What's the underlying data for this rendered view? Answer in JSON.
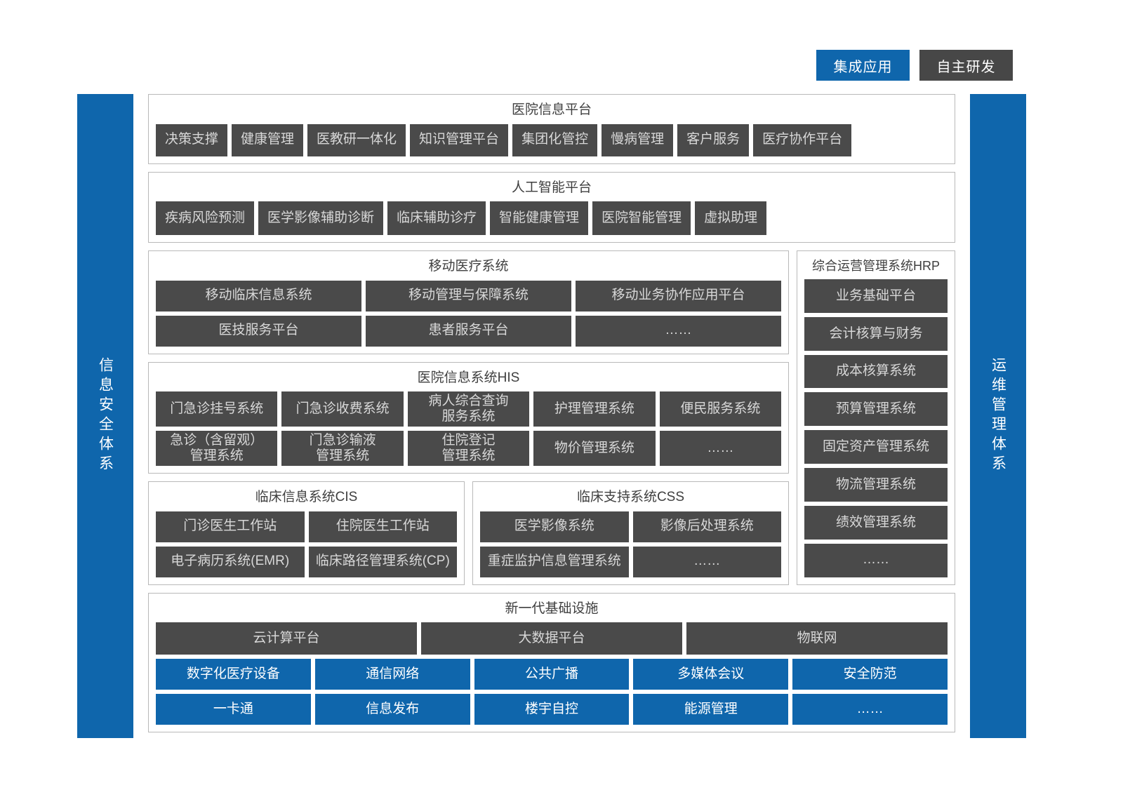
{
  "legend": [
    {
      "label": "集成应用",
      "color": "#0f66ac",
      "kind": "integrated"
    },
    {
      "label": "自主研发",
      "color": "#474747",
      "kind": "self-developed"
    }
  ],
  "side_bars": {
    "left": "信息安全体系",
    "right": "运维管理体系"
  },
  "colors": {
    "blue": "#0f66ac",
    "dark": "#4a4a4a",
    "panel_border": "#b9b9b9",
    "dark_text": "#d8d8d8"
  },
  "sections": {
    "hospital_info_platform": {
      "title": "医院信息平台",
      "items": [
        "决策支撑",
        "健康管理",
        "医教研一体化",
        "知识管理平台",
        "集团化管控",
        "慢病管理",
        "客户服务",
        "医疗协作平台"
      ]
    },
    "ai_platform": {
      "title": "人工智能平台",
      "items": [
        "疾病风险预测",
        "医学影像辅助诊断",
        "临床辅助诊疗",
        "智能健康管理",
        "医院智能管理",
        "虚拟助理"
      ]
    },
    "mobile_medical": {
      "title": "移动医疗系统",
      "rows": [
        [
          "移动临床信息系统",
          "移动管理与保障系统",
          "移动业务协作应用平台"
        ],
        [
          "医技服务平台",
          "患者服务平台",
          "……"
        ]
      ]
    },
    "his": {
      "title": "医院信息系统HIS",
      "rows": [
        [
          "门急诊挂号系统",
          "门急诊收费系统",
          "病人综合查询\n服务系统",
          "护理管理系统",
          "便民服务系统"
        ],
        [
          "急诊（含留观）\n管理系统",
          "门急诊输液\n管理系统",
          "住院登记\n管理系统",
          "物价管理系统",
          "……"
        ]
      ]
    },
    "cis": {
      "title": "临床信息系统CIS",
      "rows": [
        [
          "门诊医生工作站",
          "住院医生工作站"
        ],
        [
          "电子病历系统(EMR)",
          "临床路径管理系统(CP)"
        ]
      ]
    },
    "css": {
      "title": "临床支持系统CSS",
      "rows": [
        [
          "医学影像系统",
          "影像后处理系统"
        ],
        [
          "重症监护信息管理系统",
          "……"
        ]
      ]
    },
    "hrp": {
      "title": "综合运营管理系统HRP",
      "items": [
        "业务基础平台",
        "会计核算与财务",
        "成本核算系统",
        "预算管理系统",
        "固定资产管理系统",
        "物流管理系统",
        "绩效管理系统",
        "……"
      ]
    },
    "infrastructure": {
      "title": "新一代基础设施",
      "dark_row": [
        "云计算平台",
        "大数据平台",
        "物联网"
      ],
      "blue_rows": [
        [
          "数字化医疗设备",
          "通信网络",
          "公共广播",
          "多媒体会议",
          "安全防范"
        ],
        [
          "一卡通",
          "信息发布",
          "楼宇自控",
          "能源管理",
          "……"
        ]
      ]
    }
  }
}
